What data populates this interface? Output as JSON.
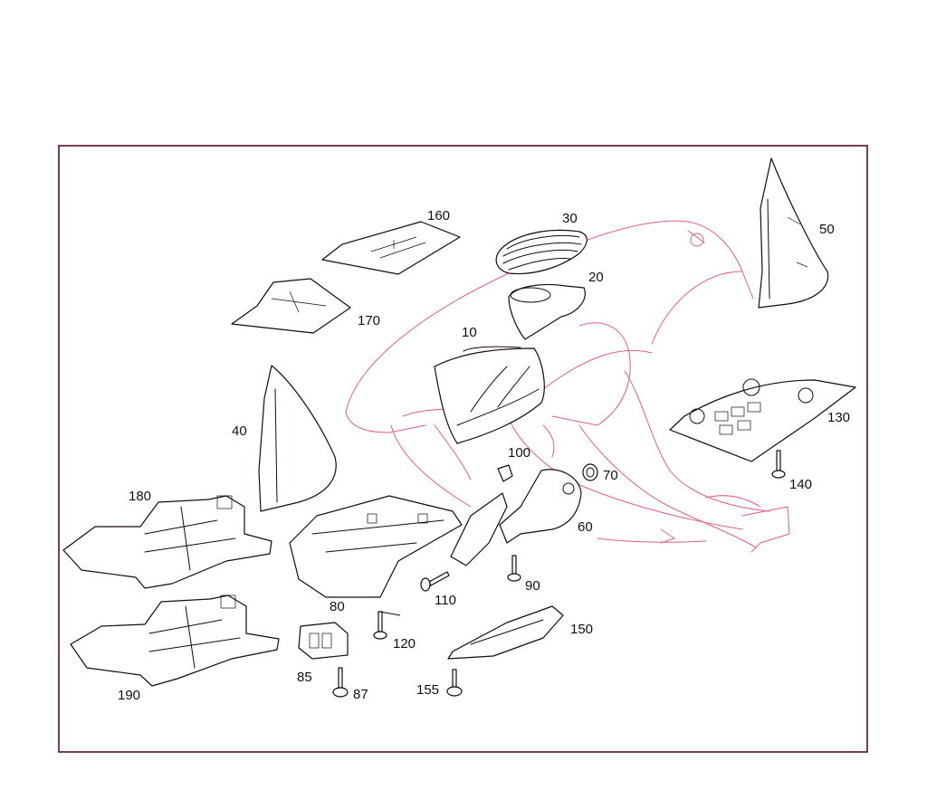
{
  "diagram": {
    "part_labels": [
      {
        "id": "10",
        "text": "10"
      },
      {
        "id": "20",
        "text": "20"
      },
      {
        "id": "30",
        "text": "30"
      },
      {
        "id": "40",
        "text": "40"
      },
      {
        "id": "50",
        "text": "50"
      },
      {
        "id": "60",
        "text": "60"
      },
      {
        "id": "70",
        "text": "70"
      },
      {
        "id": "80",
        "text": "80"
      },
      {
        "id": "85",
        "text": "85"
      },
      {
        "id": "87",
        "text": "87"
      },
      {
        "id": "90",
        "text": "90"
      },
      {
        "id": "100",
        "text": "100"
      },
      {
        "id": "110",
        "text": "110"
      },
      {
        "id": "120",
        "text": "120"
      },
      {
        "id": "130",
        "text": "130"
      },
      {
        "id": "140",
        "text": "140"
      },
      {
        "id": "150",
        "text": "150"
      },
      {
        "id": "155",
        "text": "155"
      },
      {
        "id": "160",
        "text": "160"
      },
      {
        "id": "170",
        "text": "170"
      },
      {
        "id": "180",
        "text": "180"
      },
      {
        "id": "190",
        "text": "190"
      }
    ],
    "colors": {
      "frame": "#5a1020",
      "ghost_outline": "#e06080",
      "part_outline": "#1a0a0a",
      "background": "#ffffff"
    }
  }
}
